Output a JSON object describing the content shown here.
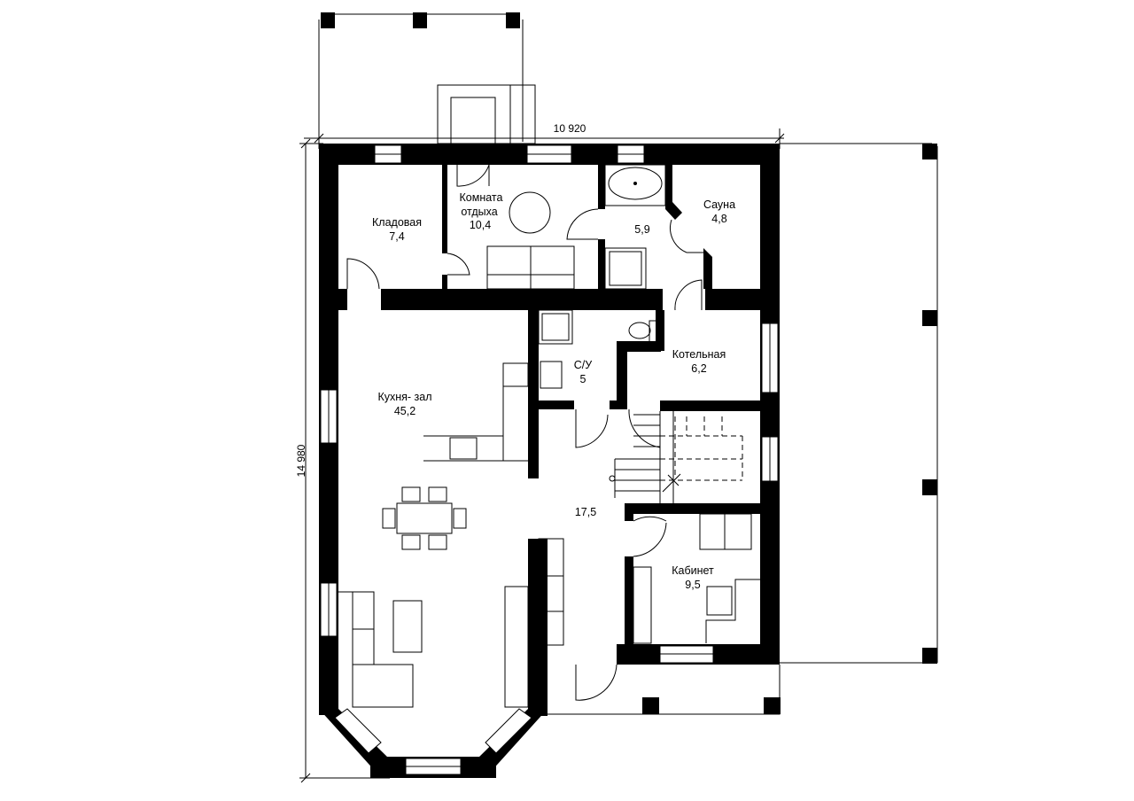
{
  "dimensions": {
    "width": "10 920",
    "height": "14 980"
  },
  "rooms": [
    {
      "id": "pantry",
      "name": "Кладовая",
      "area": "7,4"
    },
    {
      "id": "lounge",
      "name_line1": "Комната",
      "name_line2": "отдыха",
      "area": "10,4"
    },
    {
      "id": "bath",
      "area": "5,9"
    },
    {
      "id": "sauna",
      "name": "Сауна",
      "area": "4,8"
    },
    {
      "id": "boiler",
      "name": "Котельная",
      "area": "6,2"
    },
    {
      "id": "wc",
      "name": "С/У",
      "area": "5"
    },
    {
      "id": "kitchen",
      "name": "Кухня- зал",
      "area": "45,2"
    },
    {
      "id": "hall",
      "area": "17,5"
    },
    {
      "id": "office",
      "name": "Кабинет",
      "area": "9,5"
    }
  ]
}
